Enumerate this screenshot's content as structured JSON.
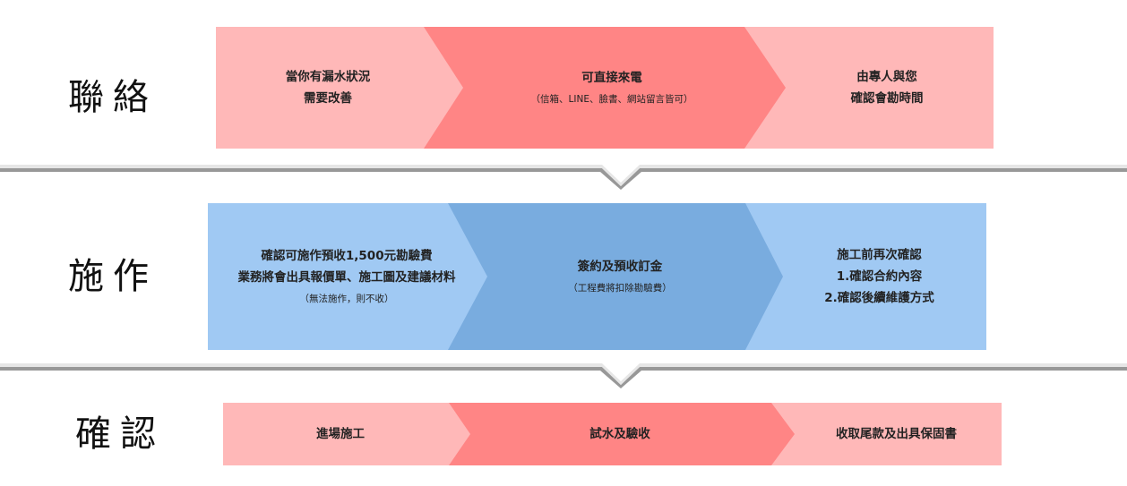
{
  "stages": {
    "contact": {
      "label": "聯絡",
      "steps": [
        {
          "lines": [
            "當你有漏水狀況",
            "需要改善"
          ],
          "note": ""
        },
        {
          "lines": [
            "可直接來電"
          ],
          "note": "（信箱、LINE、臉書、網站留言皆可）"
        },
        {
          "lines": [
            "由專人與您",
            "確認會勘時間"
          ],
          "note": ""
        }
      ]
    },
    "construction": {
      "label": "施作",
      "steps": [
        {
          "lines": [
            "確認可施作預收1,500元勘驗費",
            "業務將會出具報價單、施工圖及建議材料"
          ],
          "note": "（無法施作，則不收）"
        },
        {
          "lines": [
            "簽約及預收訂金"
          ],
          "note": "（工程費將扣除勘驗費）"
        },
        {
          "lines": [
            "施工前再次確認",
            "1.確認合約內容",
            "2.確認後續維護方式"
          ],
          "note": ""
        }
      ]
    },
    "confirm": {
      "label": "確認",
      "steps": [
        {
          "lines": [
            "進場施工"
          ],
          "note": ""
        },
        {
          "lines": [
            "試水及驗收"
          ],
          "note": ""
        },
        {
          "lines": [
            "收取尾款及出具保固書"
          ],
          "note": ""
        }
      ]
    }
  },
  "colors": {
    "pink_light": "#ffb8b8",
    "pink_dark": "#ff8585",
    "blue_light": "#a0c9f3",
    "blue_dark": "#79acdf",
    "divider_line": "#e6e6e6",
    "divider_shadow": "#444444"
  }
}
